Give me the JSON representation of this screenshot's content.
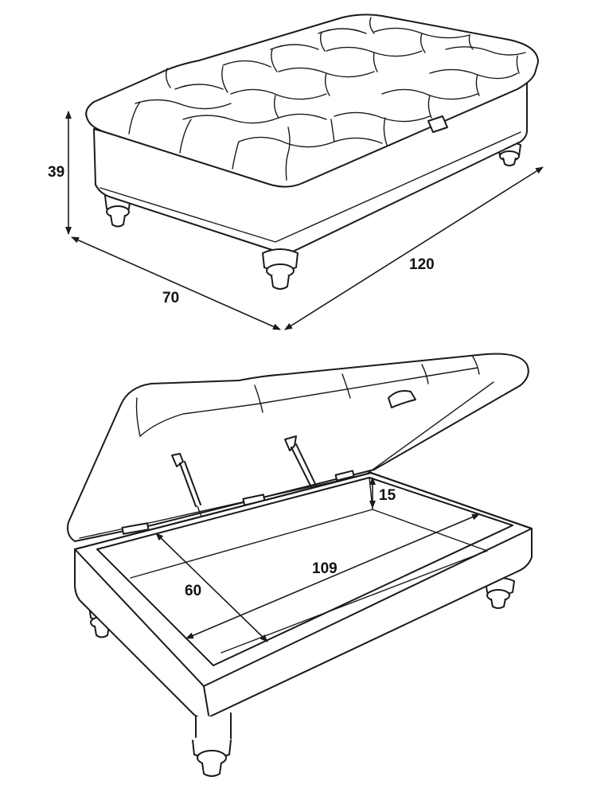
{
  "closed_view": {
    "dimensions": {
      "height": "39",
      "depth": "70",
      "width": "120"
    }
  },
  "open_view": {
    "dimensions": {
      "inner_depth": "60",
      "inner_width": "109",
      "inner_height": "15"
    }
  },
  "colors": {
    "line": "#1a1a1a",
    "background": "#ffffff"
  }
}
